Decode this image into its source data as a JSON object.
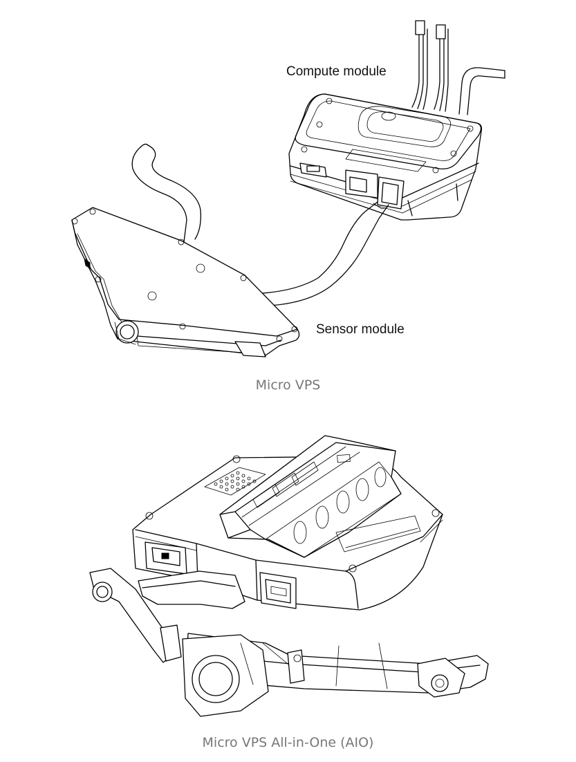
{
  "figures": [
    {
      "caption": "Micro VPS",
      "callouts": {
        "compute": "Compute module",
        "sensor": "Sensor module"
      }
    },
    {
      "caption": "Micro VPS All-in-One (AIO)"
    }
  ]
}
